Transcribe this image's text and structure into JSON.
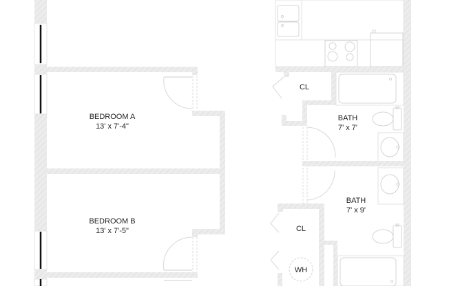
{
  "floorplan": {
    "colors": {
      "wall_fill": "#ececec",
      "wall_hatch": "#e2e2e2",
      "fixture_stroke": "#d4d4d4",
      "door_stroke": "#d8d8d8",
      "window_bar": "#111111",
      "text": "#222222"
    },
    "rooms": [
      {
        "id": "bedroom-a",
        "name": "BEDROOM A",
        "dims": "13' x 7'-4\""
      },
      {
        "id": "bedroom-b",
        "name": "BEDROOM B",
        "dims": "13' x 7'-5\""
      },
      {
        "id": "closet-1",
        "name": "CL"
      },
      {
        "id": "bath-1",
        "name": "BATH",
        "dims": "7' x 7'"
      },
      {
        "id": "bath-2",
        "name": "BATH",
        "dims": "7' x 9'"
      },
      {
        "id": "closet-2",
        "name": "CL"
      },
      {
        "id": "water-heater",
        "name": "WH"
      }
    ]
  }
}
